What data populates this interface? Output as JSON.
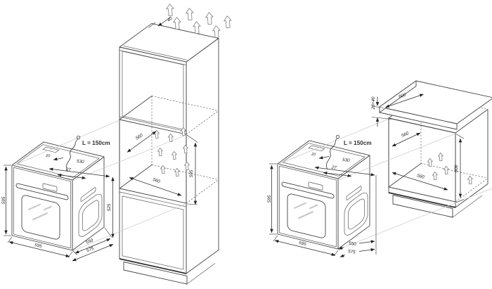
{
  "figure_type": "oven-installation-diagram",
  "colors": {
    "background": "#ffffff",
    "linework": "#454545",
    "dimension_text": "#1d1d1d",
    "guide_lines": "#c9c9c9",
    "vent_arrow_outline": "#8a8a8a"
  },
  "figure": {
    "left": {
      "cable_label": "L = 150cm",
      "cabinet": {
        "gap_top": "40",
        "niche_depth": "560",
        "niche_height": "595",
        "niche_width": "560"
      },
      "oven": {
        "height": "595",
        "top_width": "530",
        "top_inset": "27",
        "top_lip": "20",
        "body_height": "525",
        "width": "595",
        "depth_body": "550",
        "depth_total": "575"
      }
    },
    "right": {
      "cable_label": "L = 150cm",
      "cabinet": {
        "worktop_rise": "28+40",
        "worktop_depth": "600",
        "niche_depth": "560",
        "niche_width": "560",
        "niche_height": "600"
      },
      "oven": {
        "height": "595",
        "top_width": "530",
        "top_inset": "27",
        "top_lip": "20",
        "width": "595",
        "depth_body": "550",
        "depth_total": "575"
      }
    }
  }
}
